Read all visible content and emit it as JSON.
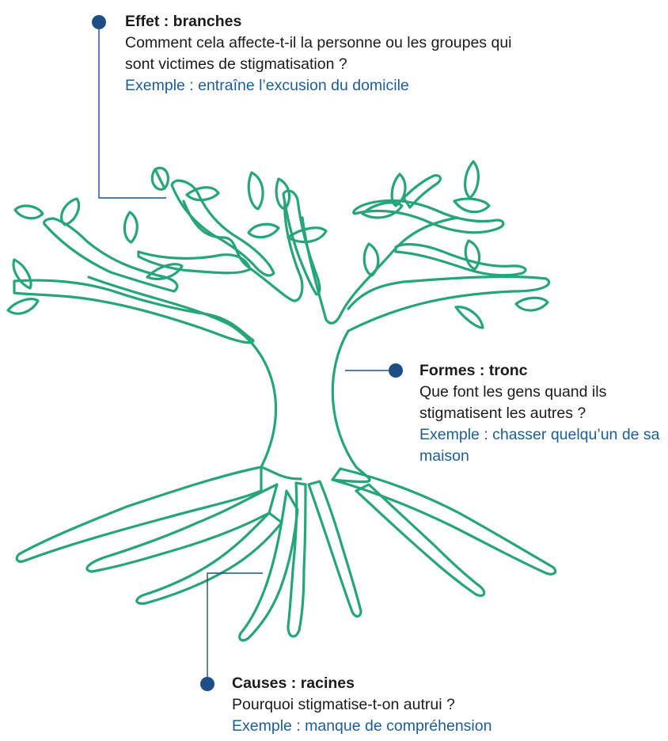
{
  "colors": {
    "tree_stroke": "#27a57a",
    "connector": "#1d4f86",
    "marker_dot": "#1d4f86",
    "title_text": "#1b1b1b",
    "body_text": "#1b1b1b",
    "example_text": "#1e5d96"
  },
  "callouts": {
    "effet": {
      "title": "Effet : branches",
      "question": "Comment cela affecte-t-il la personne ou les groupes qui sont victimes de stigmatisation ?",
      "example": "Exemple : entraîne l’excusion du domicile"
    },
    "formes": {
      "title": "Formes : tronc",
      "question": "Que font les gens quand ils stigmatisent les autres ?",
      "example": "Exemple : chasser quelqu’un de sa maison"
    },
    "causes": {
      "title": "Causes : racines",
      "question": "Pourquoi stigmatise-t-on autrui ?",
      "example": "Exemple : manque de compréhension"
    }
  }
}
